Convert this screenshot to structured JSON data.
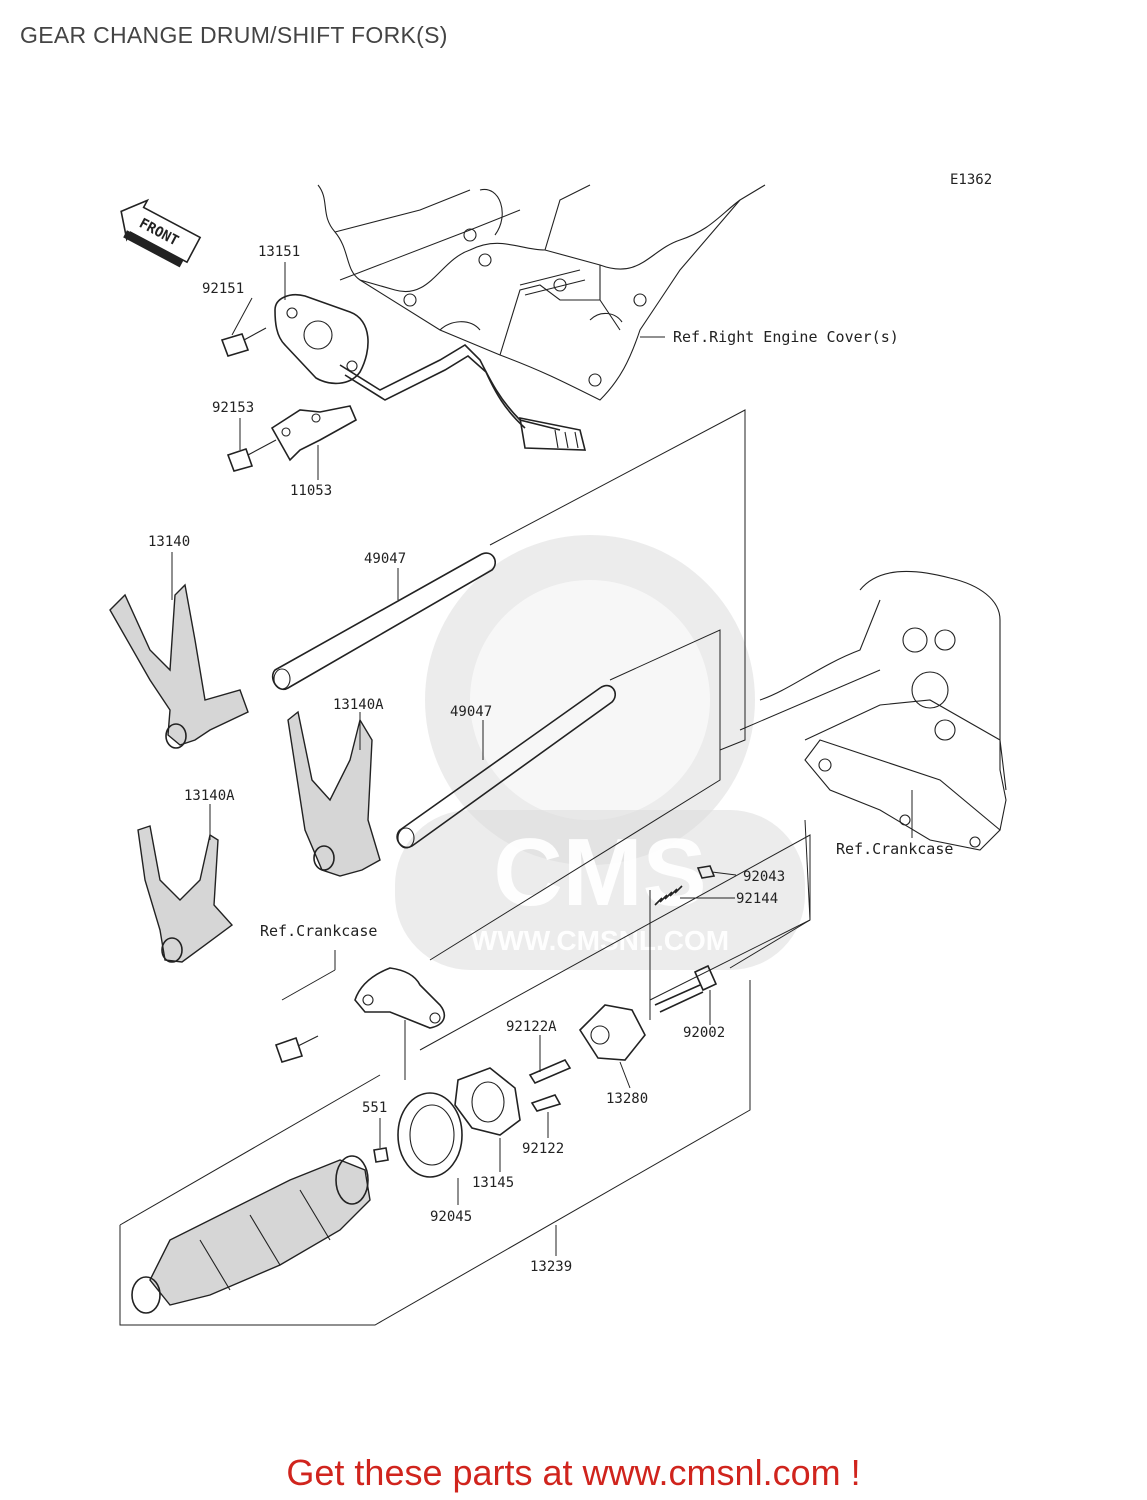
{
  "title": "GEAR CHANGE DRUM/SHIFT FORK(S)",
  "diagram_code": "E1362",
  "front_badge": "FRONT",
  "refs": {
    "right_engine_cover": "Ref.Right Engine Cover(s)",
    "crankcase_right": "Ref.Crankcase",
    "crankcase_left": "Ref.Crankcase"
  },
  "parts": [
    {
      "id": "p13151",
      "label": "13151"
    },
    {
      "id": "p92151",
      "label": "92151"
    },
    {
      "id": "p92153",
      "label": "92153"
    },
    {
      "id": "p11053",
      "label": "11053"
    },
    {
      "id": "p13140",
      "label": "13140"
    },
    {
      "id": "p49047a",
      "label": "49047"
    },
    {
      "id": "p13140a_1",
      "label": "13140A"
    },
    {
      "id": "p49047b",
      "label": "49047"
    },
    {
      "id": "p13140a_2",
      "label": "13140A"
    },
    {
      "id": "p92043",
      "label": "92043"
    },
    {
      "id": "p92144",
      "label": "92144"
    },
    {
      "id": "p92122a",
      "label": "92122A"
    },
    {
      "id": "p92002",
      "label": "92002"
    },
    {
      "id": "p13280",
      "label": "13280"
    },
    {
      "id": "p551",
      "label": "551"
    },
    {
      "id": "p92122",
      "label": "92122"
    },
    {
      "id": "p13145",
      "label": "13145"
    },
    {
      "id": "p92045",
      "label": "92045"
    },
    {
      "id": "p13239",
      "label": "13239"
    }
  ],
  "watermark": {
    "brand": "CMS",
    "url": "WWW.CMSNL.COM"
  },
  "footer": "Get these parts at www.cmsnl.com !",
  "colors": {
    "footer_text": "#d0241d",
    "line_art": "#222222",
    "title_text": "#444444"
  }
}
